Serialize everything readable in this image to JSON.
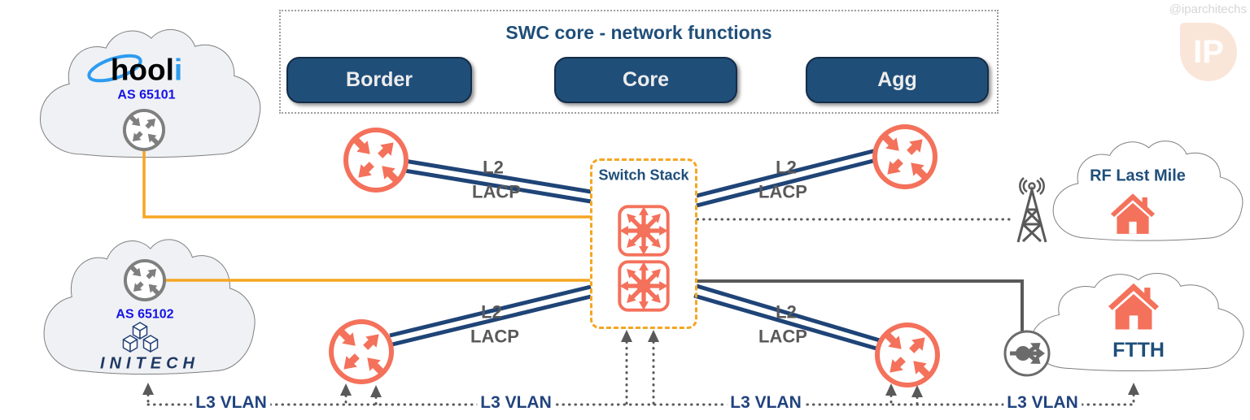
{
  "diagram": {
    "watermark_handle": "@iparchitechs",
    "watermark_logo": "IP"
  },
  "swc": {
    "title": "SWC core - network functions",
    "functions": [
      {
        "label": "Border"
      },
      {
        "label": "Core"
      },
      {
        "label": "Agg"
      }
    ]
  },
  "switch_stack": {
    "label": "Switch Stack"
  },
  "clouds": {
    "hooli": {
      "logo_main": "hool",
      "logo_accent": "i",
      "asn": "AS 65101"
    },
    "initech": {
      "asn": "AS 65102",
      "name": "INITECH"
    },
    "rf_last_mile": {
      "label": "RF Last Mile"
    },
    "ftth": {
      "label": "FTTH"
    }
  },
  "links": {
    "l2": "L2",
    "lacp": "LACP",
    "l3_vlan": "L3 VLAN"
  },
  "colors": {
    "navy_heading": "#1F4E79",
    "link_blue": "#1F4477",
    "coral": "#F4715B",
    "amber": "#F5A623",
    "gray": "#595959",
    "as_blue": "#1512E8",
    "label_navy": "#21437E"
  }
}
